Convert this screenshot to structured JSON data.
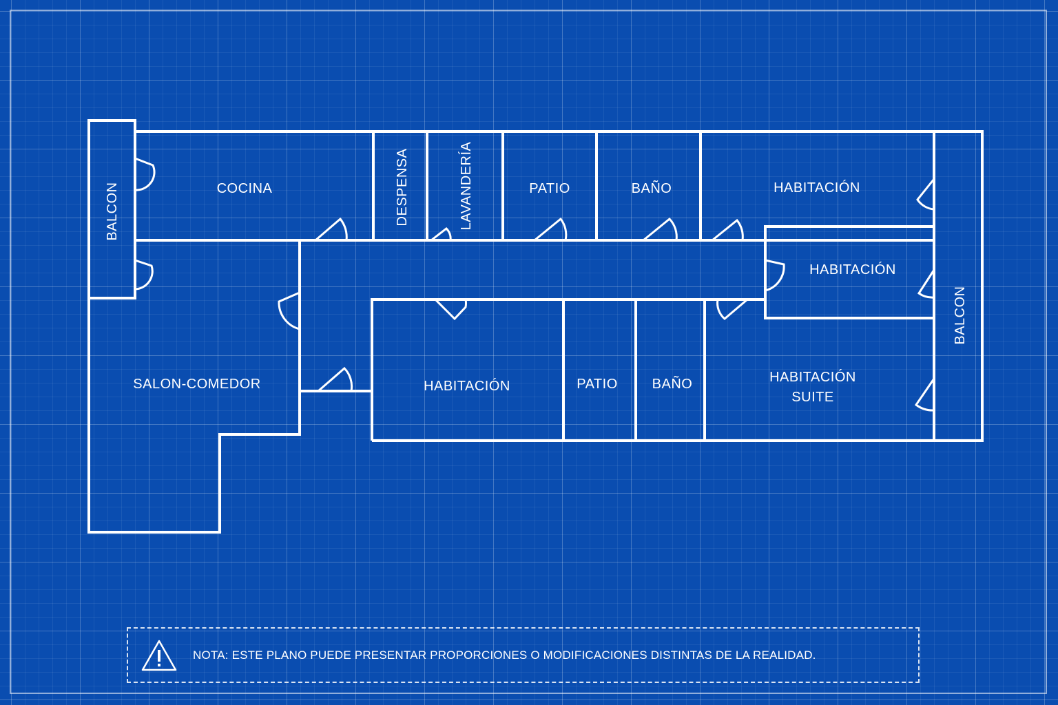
{
  "rooms": {
    "balcon_left": "BALCON",
    "cocina": "COCINA",
    "despensa": "DESPENSA",
    "lavanderia": "LAVANDERÍA",
    "patio_top": "PATIO",
    "bano_top": "BAÑO",
    "habitacion_top": "HABITACIÓN",
    "habitacion_mid": "HABITACIÓN",
    "balcon_right": "BALCON",
    "salon_comedor": "SALON-COMEDOR",
    "habitacion_bottom": "HABITACIÓN",
    "patio_bottom": "PATIO",
    "bano_bottom": "BAÑO",
    "suite_line1": "HABITACIÓN",
    "suite_line2": "SUITE"
  },
  "note": {
    "icon": "warning-icon",
    "text": "NOTA: ESTE PLANO PUEDE PRESENTAR PROPORCIONES O MODIFICACIONES DISTINTAS DE LA REALIDAD."
  },
  "colors": {
    "background": "#0a4db0",
    "lines": "#ffffff"
  }
}
